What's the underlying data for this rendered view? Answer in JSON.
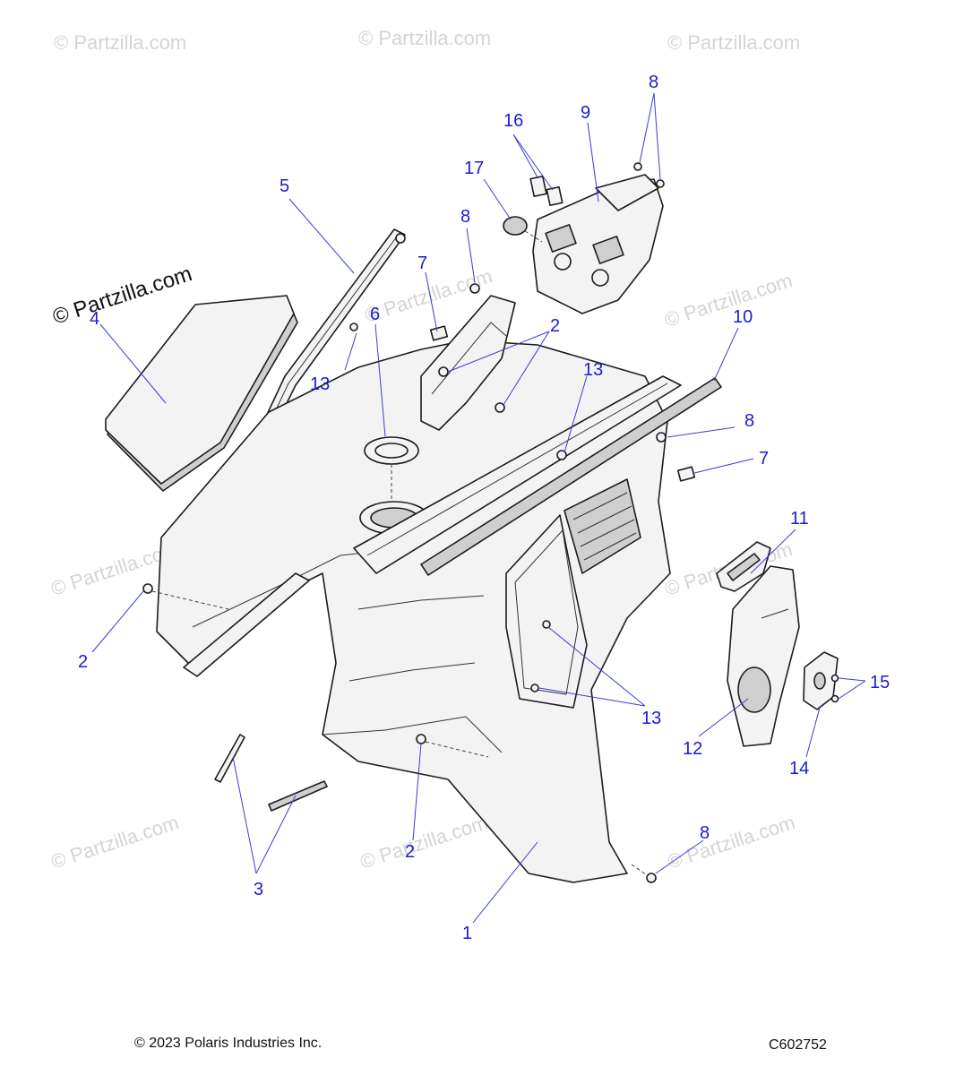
{
  "watermark": {
    "text": "© Partzilla.com"
  },
  "callouts": [
    {
      "id": "1",
      "label": "1"
    },
    {
      "id": "2a",
      "label": "2"
    },
    {
      "id": "2b",
      "label": "2"
    },
    {
      "id": "2c",
      "label": "2"
    },
    {
      "id": "3",
      "label": "3"
    },
    {
      "id": "4",
      "label": "4"
    },
    {
      "id": "5",
      "label": "5"
    },
    {
      "id": "6",
      "label": "6"
    },
    {
      "id": "7a",
      "label": "7"
    },
    {
      "id": "7b",
      "label": "7"
    },
    {
      "id": "8a",
      "label": "8"
    },
    {
      "id": "8b",
      "label": "8"
    },
    {
      "id": "8c",
      "label": "8"
    },
    {
      "id": "8d",
      "label": "8"
    },
    {
      "id": "9",
      "label": "9"
    },
    {
      "id": "10",
      "label": "10"
    },
    {
      "id": "11",
      "label": "11"
    },
    {
      "id": "12",
      "label": "12"
    },
    {
      "id": "13a",
      "label": "13"
    },
    {
      "id": "13b",
      "label": "13"
    },
    {
      "id": "13c",
      "label": "13"
    },
    {
      "id": "14",
      "label": "14"
    },
    {
      "id": "15",
      "label": "15"
    },
    {
      "id": "16",
      "label": "16"
    },
    {
      "id": "17",
      "label": "17"
    }
  ],
  "footer": {
    "copyright": "© 2023 Polaris Industries Inc.",
    "figure_id": "C602752"
  },
  "colors": {
    "callout": "#1a1ad6",
    "leader": "#3b3bd9",
    "watermark": "#d4d4d4"
  }
}
